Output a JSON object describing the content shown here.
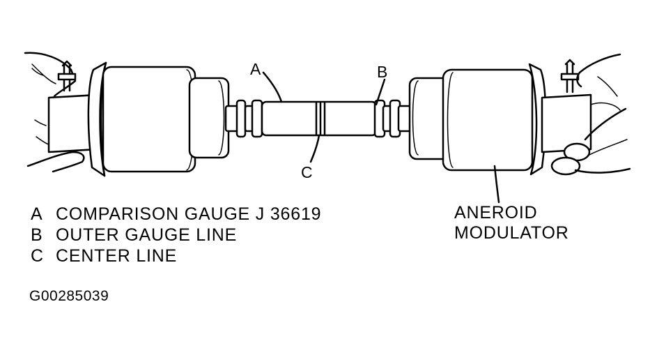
{
  "callouts": {
    "a": "A",
    "b": "B",
    "c": "C"
  },
  "legend": [
    {
      "key": "A",
      "text": "COMPARISON GAUGE J 36619"
    },
    {
      "key": "B",
      "text": "OUTER GAUGE LINE"
    },
    {
      "key": "C",
      "text": "CENTER LINE"
    }
  ],
  "component_label": {
    "line1": "ANEROID",
    "line2": "MODULATOR"
  },
  "figure_id": "G00285039",
  "colors": {
    "ink": "#000000",
    "paper": "#ffffff"
  }
}
